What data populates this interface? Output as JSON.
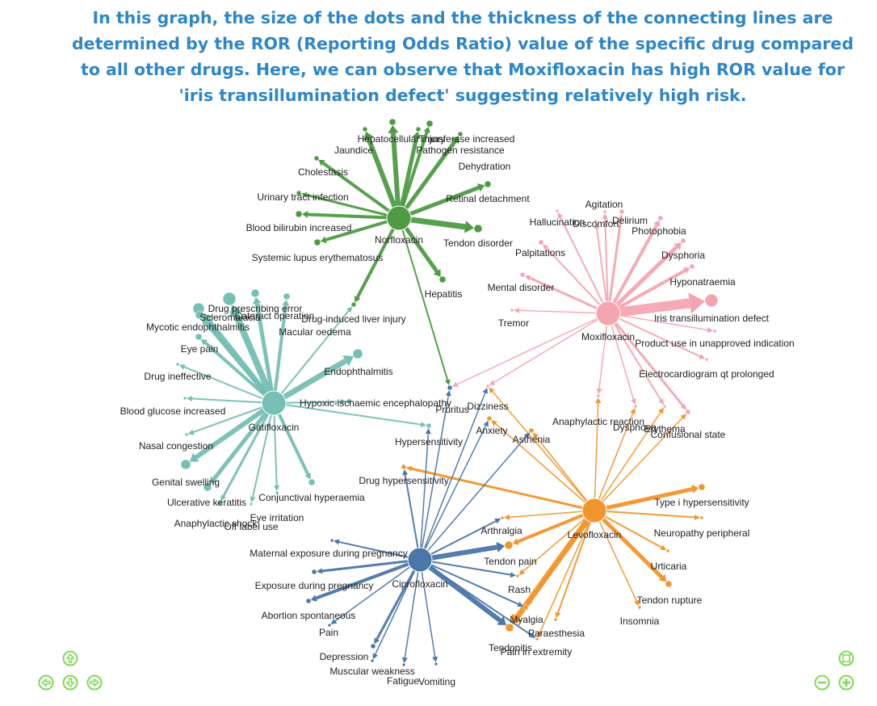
{
  "caption": [
    "In this graph, the size of the dots and the thickness of the connecting lines are",
    "determined by the ROR (Reporting Odds Ratio) value of the specific drug compared",
    "to all other drugs. Here, we can observe that Moxifloxacin has high ROR value for",
    "'iris transillumination defect' suggesting relatively high risk."
  ],
  "colors": {
    "caption": "#2e86c9",
    "Norfloxacin": "#4e9b43",
    "Moxifloxacin": "#f4a5b2",
    "Gatifloxacin": "#76bfb5",
    "Levofloxacin": "#f2952c",
    "Ciprofloxacin": "#4a76a8",
    "controls": "#7ed957"
  },
  "drugs": [
    {
      "name": "Norfloxacin"
    },
    {
      "name": "Moxifloxacin"
    },
    {
      "name": "Gatifloxacin"
    },
    {
      "name": "Levofloxacin"
    },
    {
      "name": "Ciprofloxacin"
    }
  ],
  "events": [
    "Hepatocellular injury",
    "Transferase increased",
    "Pathogen resistance",
    "Jaundice",
    "Dehydration",
    "Cholestasis",
    "Retinal detachment",
    "Urinary tract infection",
    "Blood bilirubin increased",
    "Tendon disorder",
    "Systemic lupus erythematosus",
    "Hepatitis",
    "Drug-induced liver injury",
    "Pruritus",
    "Agitation",
    "Hallucination",
    "Discomfort",
    "Delirium",
    "Photophobia",
    "Palpitations",
    "Dysphoria",
    "Mental disorder",
    "Hyponatraemia",
    "Tremor",
    "Iris transillumination defect",
    "Product use in unapproved indication",
    "Electrocardiogram qt prolonged",
    "Dizziness",
    "Anaphylactic reaction",
    "Dyspnoea",
    "Erythema",
    "Confusional state",
    "Anxiety",
    "Asthenia",
    "Drug prescribing error",
    "Scleromalacia",
    "Cataract operation",
    "Mycotic endophthalmitis",
    "Macular oedema",
    "Eye pain",
    "Drug ineffective",
    "Endophthalmitis",
    "Hypoxic-ischaemic encephalopathy",
    "Blood glucose increased",
    "Hypersensitivity",
    "Nasal congestion",
    "Drug hypersensitivity",
    "Genital swelling",
    "Ulcerative keratitis",
    "Conjunctival hyperaemia",
    "Eye irritation",
    "Anaphylactic shock",
    "Off label use",
    "Type i hypersensitivity",
    "Neuropathy peripheral",
    "Arthralgia",
    "Urticaria",
    "Tendon rupture",
    "Insomnia",
    "Tendon pain",
    "Rash",
    "Myalgia",
    "Paraesthesia",
    "Tendonitis",
    "Pain in extremity",
    "Maternal exposure during pregnancy",
    "Exposure during pregnancy",
    "Abortion spontaneous",
    "Pain",
    "Depression",
    "Muscular weakness",
    "Fatigue",
    "Vomiting"
  ],
  "controls": {
    "up": "arrow-up-icon",
    "left": "arrow-left-icon",
    "down": "arrow-down-icon",
    "right": "arrow-right-icon",
    "reset": "zoom-reset-icon",
    "zoom_out": "zoom-out-icon",
    "zoom_in": "zoom-in-icon"
  }
}
